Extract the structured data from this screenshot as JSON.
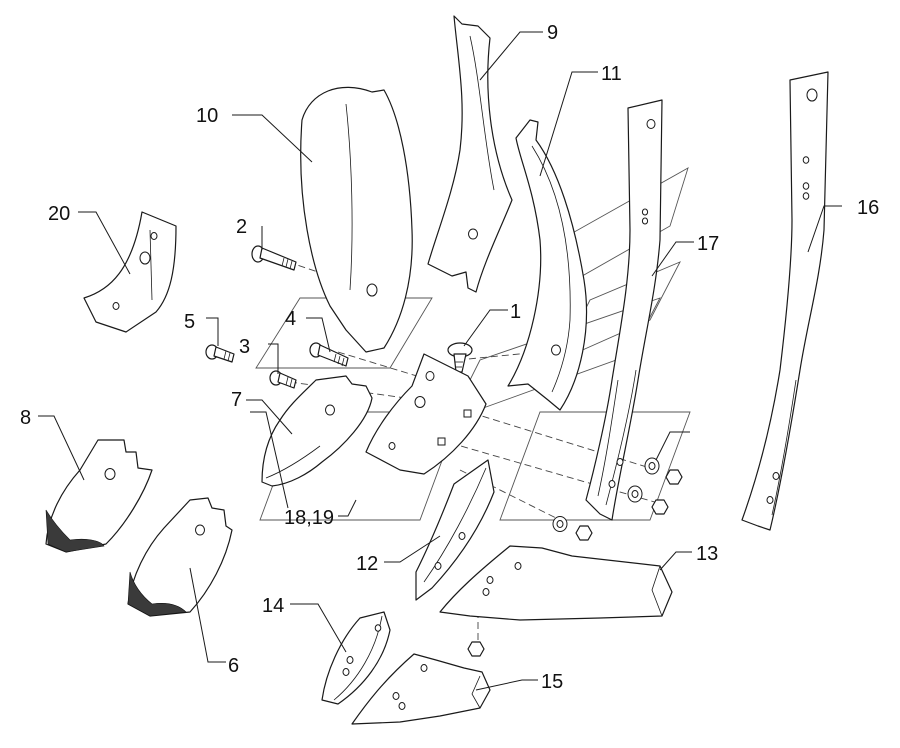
{
  "diagram": {
    "callouts": {
      "p1": "1",
      "p2": "2",
      "p3": "3",
      "p4": "4",
      "p5": "5",
      "p6": "6",
      "p7": "7",
      "p8": "8",
      "p9": "9",
      "p10": "10",
      "p11": "11",
      "p12": "12",
      "p13": "13",
      "p14": "14",
      "p15": "15",
      "p16": "16",
      "p17": "17",
      "p18_19": "18,19",
      "p20": "20"
    }
  }
}
